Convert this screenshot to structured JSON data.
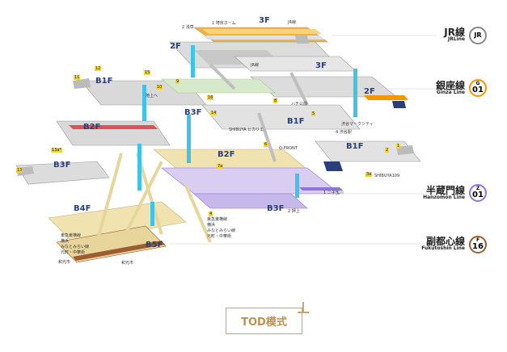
{
  "colors": {
    "jr": "#888888",
    "ginza": "#f39700",
    "hanzomon": "#8f76d6",
    "fukutoshin": "#9c5e31",
    "floor_label": "#2a3f7a",
    "platform_tan": "#e9d79c",
    "platform_grey": "#d9d9d9",
    "tod_border": "#c8a56a",
    "tod_text": "#b8924e"
  },
  "lines": [
    {
      "id": "jr",
      "jp": "JR線",
      "en": "JRLine",
      "badge_letter": "",
      "badge_number": "JR"
    },
    {
      "id": "ginza",
      "jp": "銀座線",
      "en": "Ginza Line",
      "badge_letter": "G",
      "badge_number": "01"
    },
    {
      "id": "hanzomon",
      "jp": "半蔵門線",
      "en": "Hanzomon Line",
      "badge_letter": "Z",
      "badge_number": "01"
    },
    {
      "id": "fukutoshin",
      "jp": "副都心線",
      "en": "Fukutoshin Line",
      "badge_letter": "F",
      "badge_number": "16"
    }
  ],
  "floors": [
    "3F",
    "2F",
    "3F",
    "2F",
    "B1F",
    "B2F",
    "B3F",
    "B3F",
    "B1F",
    "B1F",
    "B2F",
    "B3F",
    "B4F",
    "B5F"
  ],
  "annotations": {
    "jr_top": "1 埼京ホーム",
    "asakusa": "2 浅草",
    "jr_right": "JR線",
    "jr_mid": "JR線",
    "hachiko": "ハチ公前",
    "shibuya_mark": "渋谷マークシティ",
    "tokyu": "東急東横線",
    "yokohama": "横浜",
    "minatomirai": "みなとみらい線",
    "motomachi": "元町・中華街",
    "wakoshi": "和光市",
    "futako": "1 二子玉川",
    "oshiage": "2 押上",
    "shibuya109": "SHIBUYA109",
    "qfront": "Q-FRONT",
    "chijo": "地上へ",
    "shibuya_hikarie": "SHIBUYA ヒカリエ",
    "ginza_exit": "4 渋谷駅",
    "tokyu_left1": "東急東横線",
    "tokyu_left2": "横浜",
    "tokyu_left3": "みなとみらい線",
    "tokyu_left4": "元町・中華街",
    "wakoshi_left": "和光市",
    "wakoshi_right": "和光市",
    "num_11": "11",
    "num_12": "12",
    "num_13": "13",
    "num_13a": "13a*",
    "num_15": "15",
    "num_16": "16",
    "num_14": "14",
    "num_9": "9",
    "num_10": "10",
    "num_8": "8",
    "num_5": "5",
    "num_1": "1",
    "num_2": "2",
    "num_3a": "3a",
    "num_7a": "7a",
    "num_6": "6",
    "num_4": "4"
  },
  "tod_label": "TOD模式"
}
